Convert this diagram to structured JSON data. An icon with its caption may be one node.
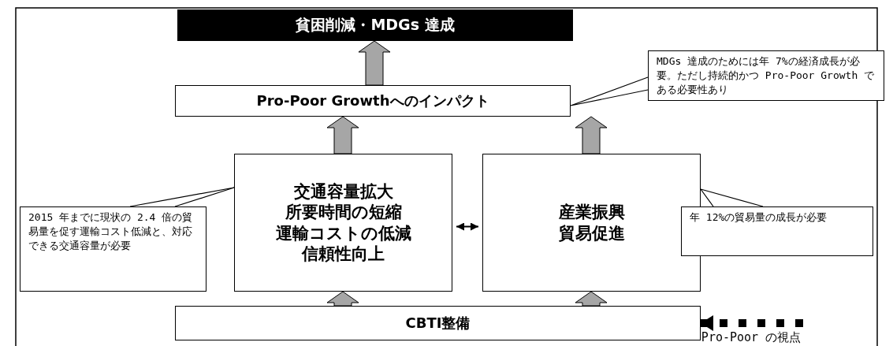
{
  "diagram": {
    "nodes": [
      {
        "text": [
          "貧困削減・MDGs 達成"
        ]
      },
      {
        "text": [
          "Pro-Poor Growthへのインパクト"
        ]
      },
      {
        "text": [
          "交通容量拡大",
          "所要時間の短縮",
          "運輸コストの低減",
          "信頼性向上"
        ]
      },
      {
        "text": [
          "産業振興",
          "貿易促進"
        ]
      },
      {
        "text": [
          "CBTI整備"
        ]
      },
      {
        "text": [
          "MDGs 達成のためには年 7%の経済成長が必要。ただし持続的かつ Pro-Poor Growth である必要性あり"
        ]
      },
      {
        "text": [
          "2015 年までに現状の 2.4 倍の貿易量を促す運輸コスト低減と、対応できる交通容量が必要"
        ]
      },
      {
        "text": [
          "年 12%の貿易量の成長が必要"
        ]
      },
      {
        "text": [
          "Pro-Poor の視点"
        ]
      }
    ],
    "edges": [
      {
        "from": 1,
        "to": 0,
        "arrow": "to",
        "style": "thick"
      },
      {
        "from": 2,
        "to": 1,
        "arrow": "to",
        "style": "thick"
      },
      {
        "from": 3,
        "to": 1,
        "arrow": "to",
        "style": "thick"
      },
      {
        "from": 4,
        "to": 2,
        "arrow": "to",
        "style": "thick"
      },
      {
        "from": 4,
        "to": 3,
        "arrow": "to",
        "style": "thick"
      },
      {
        "from": 2,
        "to": 3,
        "arrow": "both"
      },
      {
        "from": 5,
        "to": 1,
        "arrow": "none"
      },
      {
        "from": 6,
        "to": 2,
        "arrow": "none"
      },
      {
        "from": 7,
        "to": 3,
        "arrow": "none"
      },
      {
        "from": 8,
        "to": 4,
        "arrow": "to",
        "style": "dashed"
      }
    ]
  }
}
